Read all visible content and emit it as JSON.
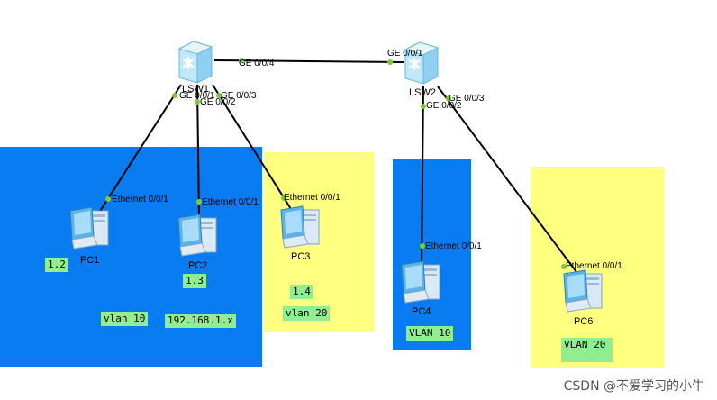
{
  "colors": {
    "zone_blue": "#0a7cf2",
    "zone_yellow": "#ffff80",
    "tag_green": "#90ee90",
    "link": "#000000",
    "port_dot": "#7ccb35"
  },
  "switches": [
    {
      "name": "LSW1",
      "icon": "switch-icon"
    },
    {
      "name": "LSW2",
      "icon": "switch-icon"
    }
  ],
  "pcs": [
    {
      "name": "PC1",
      "icon": "pc-icon"
    },
    {
      "name": "PC2",
      "icon": "pc-icon"
    },
    {
      "name": "PC3",
      "icon": "pc-icon"
    },
    {
      "name": "PC4",
      "icon": "pc-icon"
    },
    {
      "name": "PC6",
      "icon": "pc-icon"
    }
  ],
  "ports": {
    "lsw1_ge004": "GE 0/0/4",
    "lsw2_ge001": "GE 0/0/1",
    "lsw1_ge001": "GE 0/0/1",
    "lsw1_ge003": "GE 0/0/3",
    "lsw1_ge002": "GE 0/0/2",
    "lsw2_ge003": "GE 0/0/3",
    "lsw2_ge002": "GE 0/0/2",
    "pc1_eth": "Ethernet 0/0/1",
    "pc2_eth": "Ethernet 0/0/1",
    "pc3_eth": "Ethernet 0/0/1",
    "pc4_eth": "Ethernet 0/0/1",
    "pc6_eth": "Ethernet 0/0/1"
  },
  "tags": {
    "pc1_ip": "1.2",
    "pc2_ip": "1.3",
    "pc3_ip": "1.4",
    "vlan10_left": "vlan 10",
    "subnet": "192.168.1.x",
    "vlan20_left": "vlan 20",
    "vlan10_right": "VLAN 10",
    "vlan20_right": "VLAN 20"
  },
  "watermark": "CSDN @不爱学习的小牛"
}
